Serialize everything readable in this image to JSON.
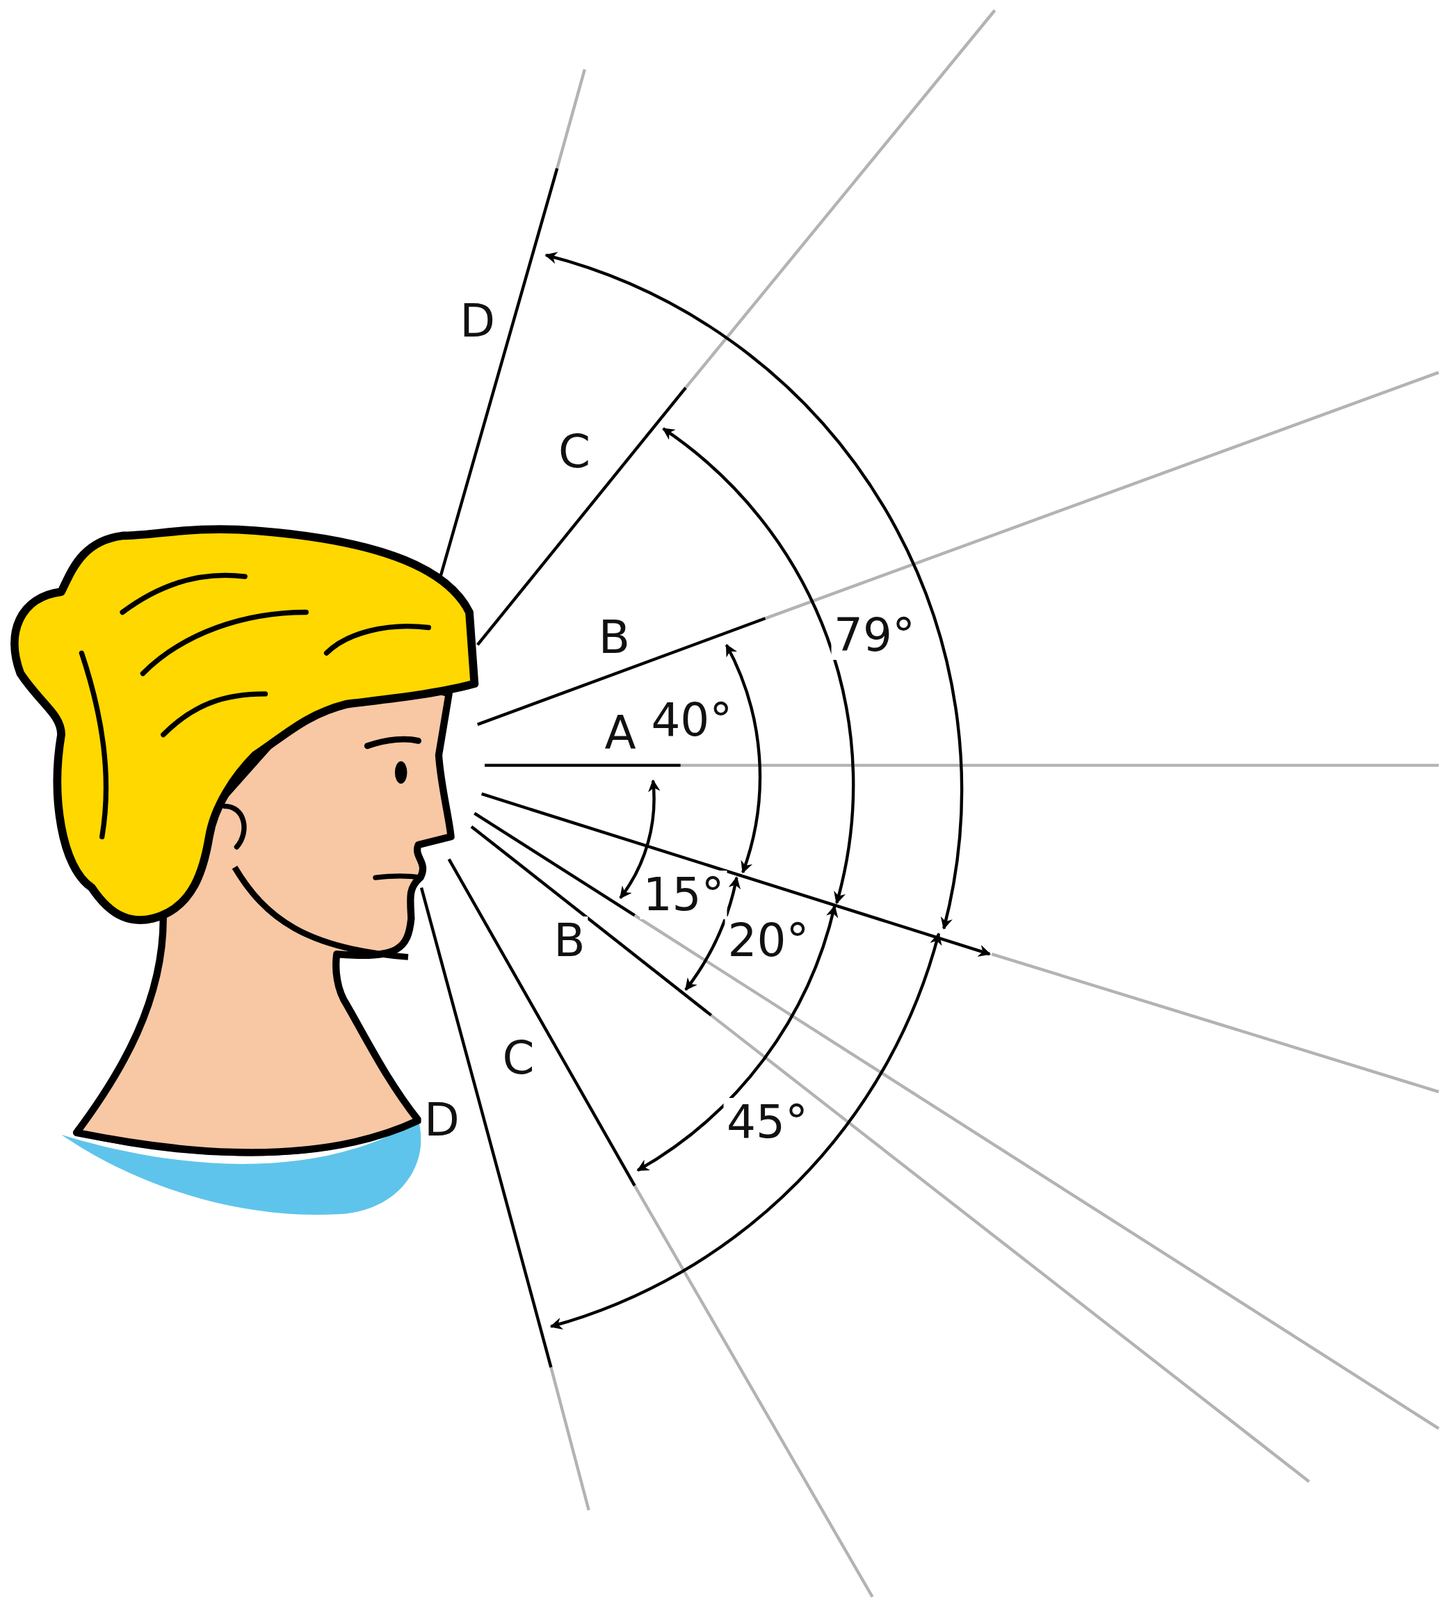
{
  "diagram": {
    "labels": [
      "D",
      "C",
      "B",
      "A",
      "40°",
      "79°",
      "15°",
      "B",
      "20°",
      "45°",
      "C",
      "D"
    ]
  }
}
